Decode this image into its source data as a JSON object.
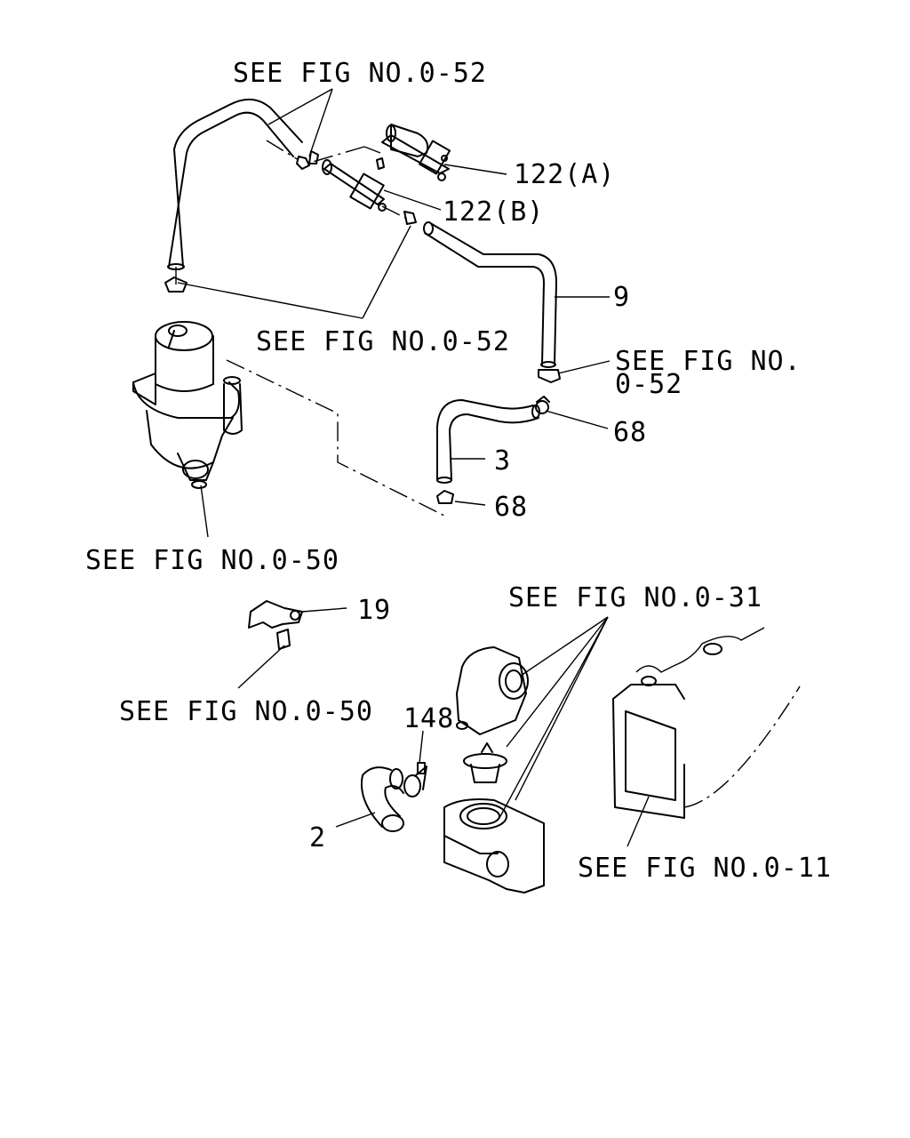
{
  "callouts": {
    "see_fig_052_top": "SEE FIG NO.0-52",
    "part_122a": "122(A)",
    "part_122b": "122(B)",
    "part_9": "9",
    "see_fig_052_mid": "SEE FIG NO.0-52",
    "see_fig_052_right_line1": "SEE FIG NO.",
    "see_fig_052_right_line2": "0-52",
    "part_68_upper": "68",
    "part_3": "3",
    "part_68_lower": "68",
    "see_fig_050_upper": "SEE FIG NO.0-50",
    "part_19": "19",
    "see_fig_031": "SEE FIG NO.0-31",
    "see_fig_050_lower": "SEE FIG NO.0-50",
    "part_148": "148",
    "part_2": "2",
    "see_fig_011": "SEE FIG NO.0-11"
  }
}
